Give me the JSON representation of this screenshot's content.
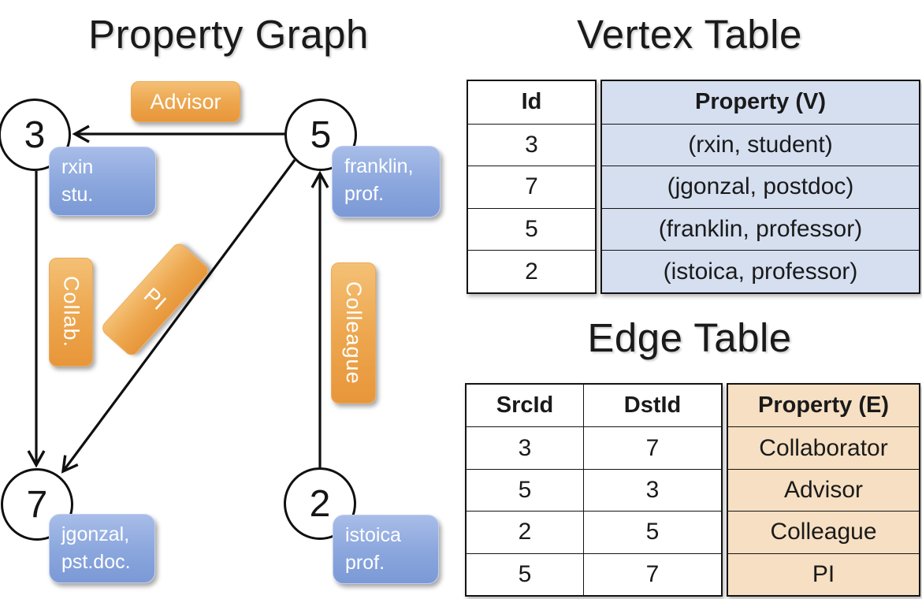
{
  "graph": {
    "title": "Property Graph",
    "nodes": [
      {
        "id": "3",
        "label_lines": [
          "rxin",
          "stu."
        ]
      },
      {
        "id": "5",
        "label_lines": [
          "franklin,",
          "prof."
        ]
      },
      {
        "id": "7",
        "label_lines": [
          "jgonzal,",
          "pst.doc."
        ]
      },
      {
        "id": "2",
        "label_lines": [
          "istoica",
          "prof."
        ]
      }
    ],
    "edge_labels": [
      "Advisor",
      "Collab.",
      "PI",
      "Colleague"
    ]
  },
  "vertex_table": {
    "title": "Vertex Table",
    "columns": [
      "Id",
      "Property (V)"
    ],
    "rows": [
      [
        "3",
        "(rxin, student)"
      ],
      [
        "7",
        "(jgonzal, postdoc)"
      ],
      [
        "5",
        "(franklin, professor)"
      ],
      [
        "2",
        "(istoica, professor)"
      ]
    ]
  },
  "edge_table": {
    "title": "Edge Table",
    "columns": [
      "SrcId",
      "DstId",
      "Property (E)"
    ],
    "rows": [
      [
        "3",
        "7",
        "Collaborator"
      ],
      [
        "5",
        "3",
        "Advisor"
      ],
      [
        "2",
        "5",
        "Colleague"
      ],
      [
        "5",
        "7",
        "PI"
      ]
    ]
  },
  "colors": {
    "vertex_property_fill": "#d5dff0",
    "edge_property_fill": "#f6dfc2",
    "node_label_blue_top": "#a8bde8",
    "node_label_blue_bottom": "#7b99d6",
    "edge_label_orange_top": "#f4c075",
    "edge_label_orange_bottom": "#e8963a",
    "line_black": "#101010"
  }
}
